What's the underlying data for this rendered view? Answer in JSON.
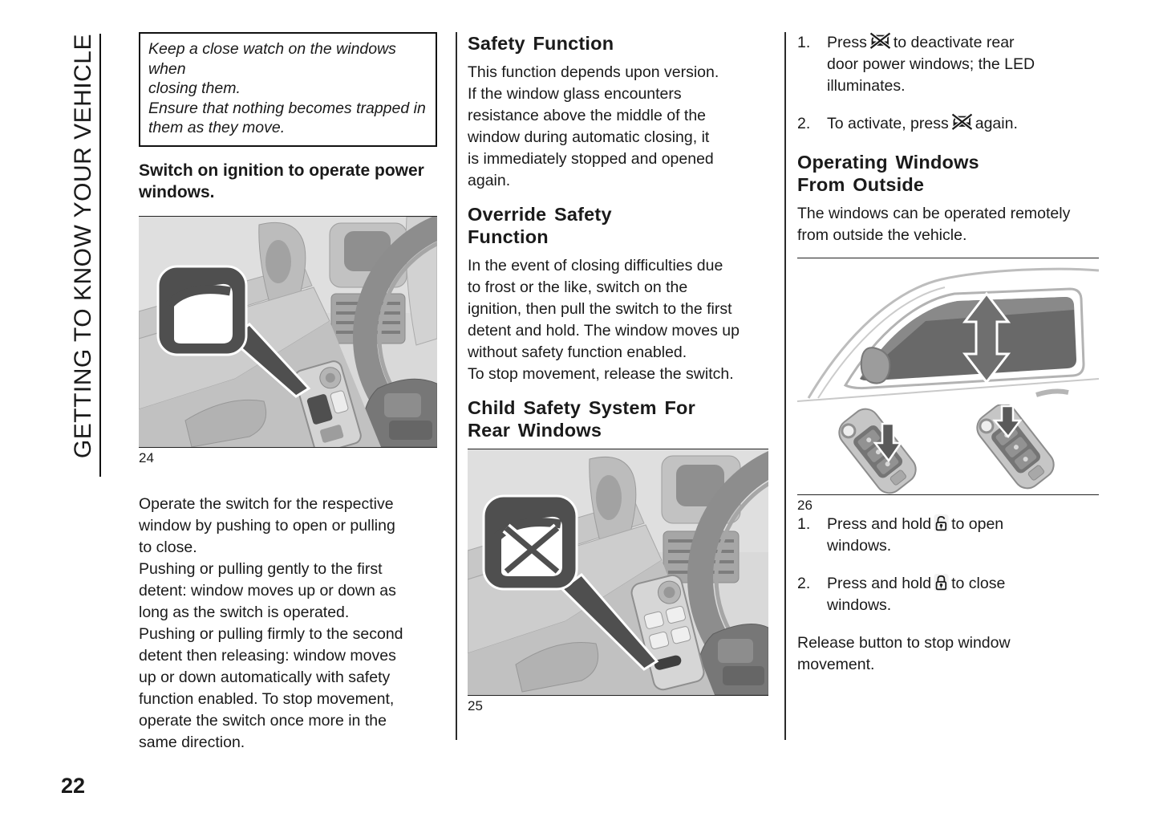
{
  "page": {
    "number": "22"
  },
  "sidebar": {
    "label": "GETTING TO KNOW YOUR VEHICLE"
  },
  "left_column": {
    "notice": "Keep a close watch on the windows when\nclosing them.\nEnsure that nothing becomes trapped in\nthem as they move.",
    "subheading": "Switch on ignition to operate power\nwindows.",
    "figure": {
      "caption": "24",
      "subject": "driver-door-window-switch-callout"
    },
    "body": "Operate the switch for the respective\nwindow by pushing to open or pulling\nto close.\nPushing or pulling gently to the first\ndetent: window moves up or down as\nlong as the switch is operated.\nPushing or pulling firmly to the second\ndetent then releasing: window moves\nup or down automatically with safety\nfunction enabled. To stop movement,\noperate the switch once more in the\nsame direction."
  },
  "middle_column": {
    "safety": {
      "heading": "Safety Function",
      "body": "This function depends upon version.\nIf the window glass encounters\nresistance above the middle of the\nwindow during automatic closing, it\nis immediately stopped and opened\nagain."
    },
    "override": {
      "heading": "Override Safety\nFunction",
      "body": "In the event of closing difficulties due\nto frost or the like, switch on the\nignition, then pull the switch to the first\ndetent and hold. The window moves up\nwithout safety function enabled.\nTo stop movement, release the switch."
    },
    "child_safety": {
      "heading": "Child Safety System For\nRear Windows",
      "figure": {
        "caption": "25",
        "subject": "rear-window-lockout-switch-callout"
      }
    }
  },
  "right_column": {
    "deactivate_list": [
      {
        "num": "1.",
        "pre": "Press",
        "post": "to deactivate rear\ndoor power windows; the LED\nilluminates."
      },
      {
        "num": "2.",
        "pre": "To activate, press",
        "post": "again."
      }
    ],
    "operating": {
      "heading": "Operating Windows\nFrom Outside",
      "body": "The windows can be operated remotely\nfrom outside the vehicle."
    },
    "figure": {
      "caption": "26",
      "subject": "window-remote-operation-and-key-fobs"
    },
    "remote_list": [
      {
        "num": "1.",
        "pre": "Press and hold",
        "post": "to open\nwindows."
      },
      {
        "num": "2.",
        "pre": "Press and hold",
        "post": "to close\nwindows."
      }
    ],
    "release_note": "Release button to stop window\nmovement."
  },
  "colors": {
    "text": "#1a1a1a",
    "photo_bg": "#d9d9d9",
    "callout": "#4f4f4f"
  }
}
